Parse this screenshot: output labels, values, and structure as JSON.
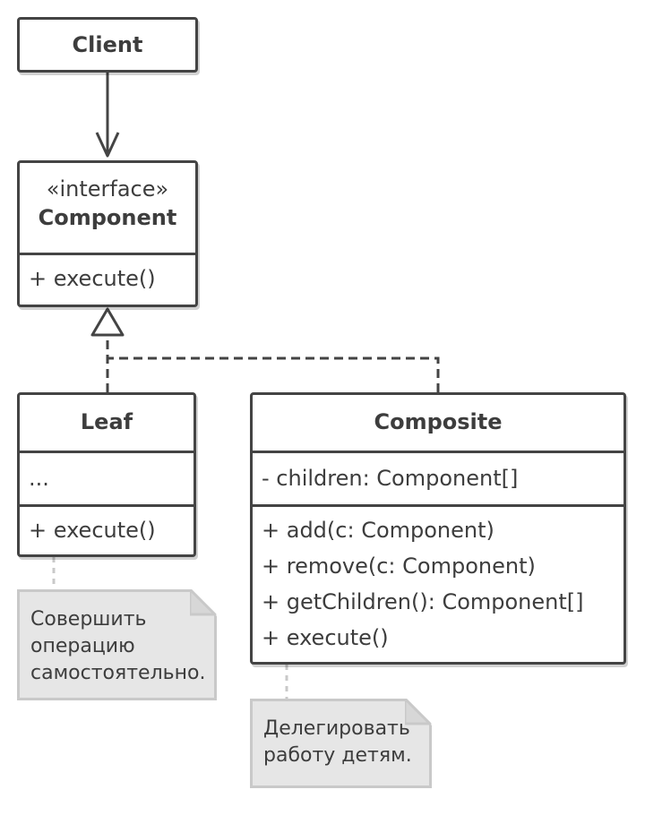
{
  "client": {
    "name": "Client"
  },
  "component": {
    "stereotype": "«interface»",
    "name": "Component",
    "methods": [
      "+ execute()"
    ]
  },
  "leaf": {
    "name": "Leaf",
    "fields": [
      "..."
    ],
    "methods": [
      "+ execute()"
    ]
  },
  "composite": {
    "name": "Composite",
    "fields": [
      "- children: Component[]"
    ],
    "methods": [
      "+ add(c: Component)",
      "+ remove(c: Component)",
      "+ getChildren(): Component[]",
      "+ execute()"
    ]
  },
  "notes": {
    "leaf": [
      "Совершить",
      "операцию",
      "самостоятельно."
    ],
    "composite": [
      "Делегировать",
      "работу детям."
    ]
  },
  "colors": {
    "stroke": "#444444",
    "text": "#3d3d3d",
    "note_fill": "#e6e6e6",
    "note_border": "#c9c9c9"
  }
}
